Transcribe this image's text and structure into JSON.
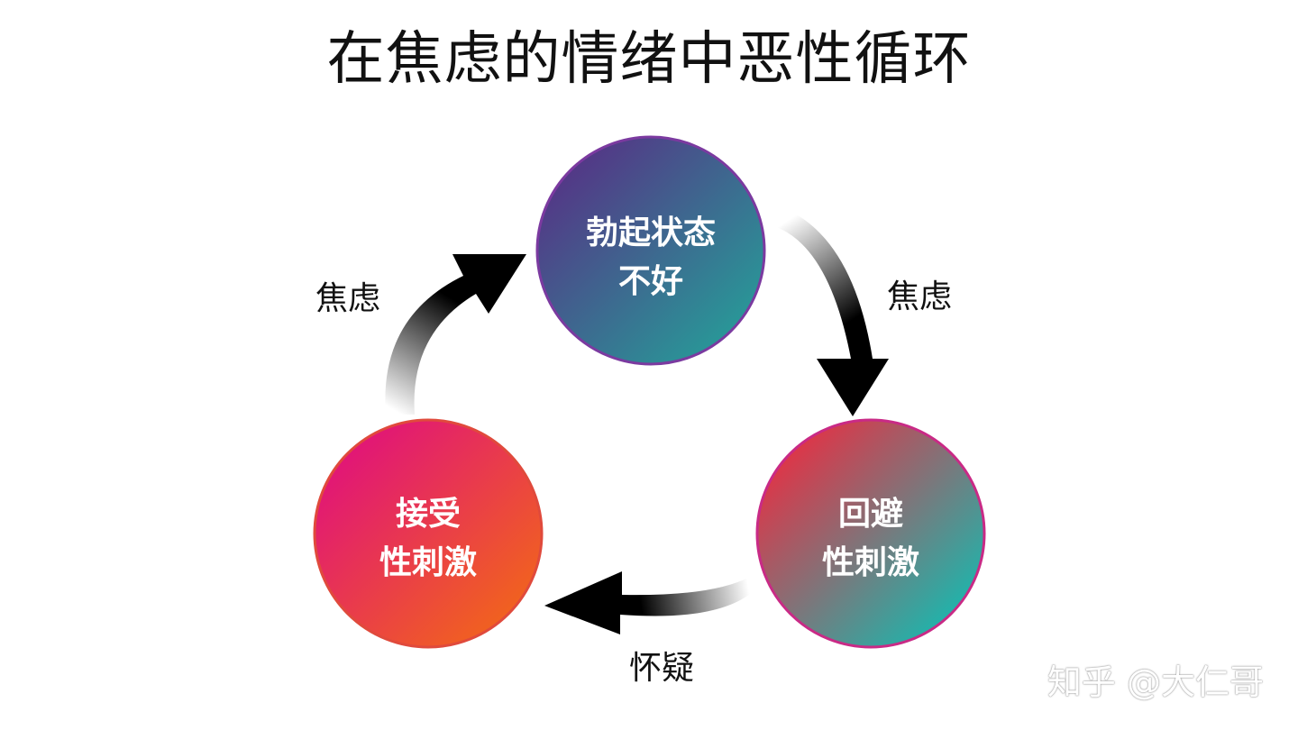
{
  "title": "在焦虑的情绪中恶性循环",
  "nodes": [
    {
      "id": "top",
      "line1": "勃起状态",
      "line2": "不好"
    },
    {
      "id": "right",
      "line1": "回避",
      "line2": "性刺激"
    },
    {
      "id": "left",
      "line1": "接受",
      "line2": "性刺激"
    }
  ],
  "arrows": [
    {
      "id": "top-to-right",
      "label": "焦虑"
    },
    {
      "id": "right-to-left",
      "label": "怀疑"
    },
    {
      "id": "left-to-top",
      "label": "焦虑"
    }
  ],
  "watermark": "知乎 @大仁哥",
  "colors": {
    "top_node": [
      "#5a2a86",
      "#2ea49a"
    ],
    "right_node": [
      "#f0303c",
      "#10c0b4"
    ],
    "left_node": [
      "#e0147a",
      "#f0661a"
    ],
    "arrow": "#000000"
  }
}
